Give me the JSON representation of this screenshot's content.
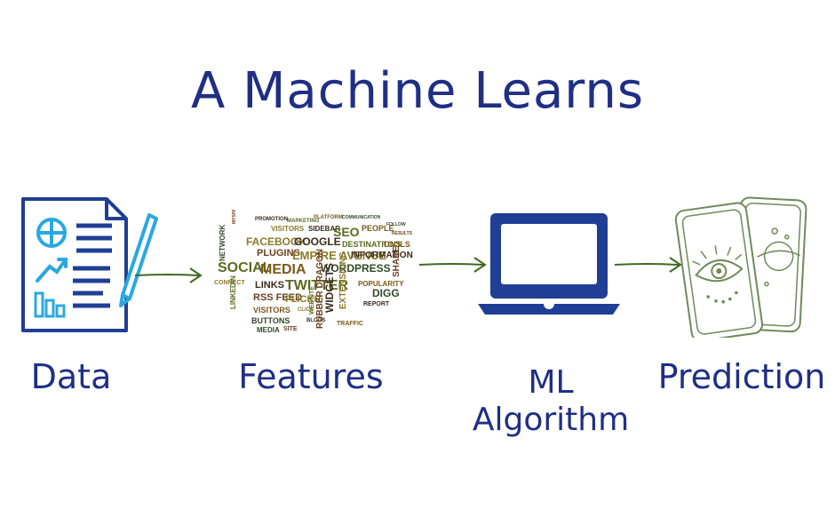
{
  "title": "A Machine Learns",
  "stages": {
    "data": "Data",
    "features": "Features",
    "ml_line1": "ML",
    "ml_line2": "Algorithm",
    "prediction": "Prediction"
  },
  "word_cloud": [
    "PROMOTION",
    "MARKETING",
    "PLATFORM",
    "COMMUNICATION",
    "MYSPACE",
    "VISITORS",
    "SIDEBAR",
    "SEO",
    "PEOPLE",
    "FOLLOW",
    "RESULTS",
    "FACEBOOK",
    "GOOGLE",
    "DESTINATIONS",
    "TOOLS",
    "NETWORK",
    "PLUGINS",
    "EMPIRE AVENUE",
    "INFORMATION",
    "SOCIAL",
    "MEDIA",
    "WORDPRESS",
    "SHARE",
    "CONNECT",
    "LINKS",
    "TWITTER",
    "POPULARITY",
    "DIGG",
    "RSS FEED",
    "FLICKR",
    "REPORT",
    "LINKEDIN",
    "VISITORS",
    "BUTTONS",
    "RUBBER DRAGON",
    "EXTENSIONS",
    "WIDGETS",
    "WEBSITE",
    "TRAFFIC",
    "MEDIA",
    "SITE",
    "CLICK",
    "BLOGS"
  ],
  "colors": {
    "ink": "#1f2f86",
    "icon_blue": "#1f3f95",
    "icon_light": "#2aa8e0",
    "arrow": "#3d6b22",
    "card": "#6f8a5a"
  }
}
